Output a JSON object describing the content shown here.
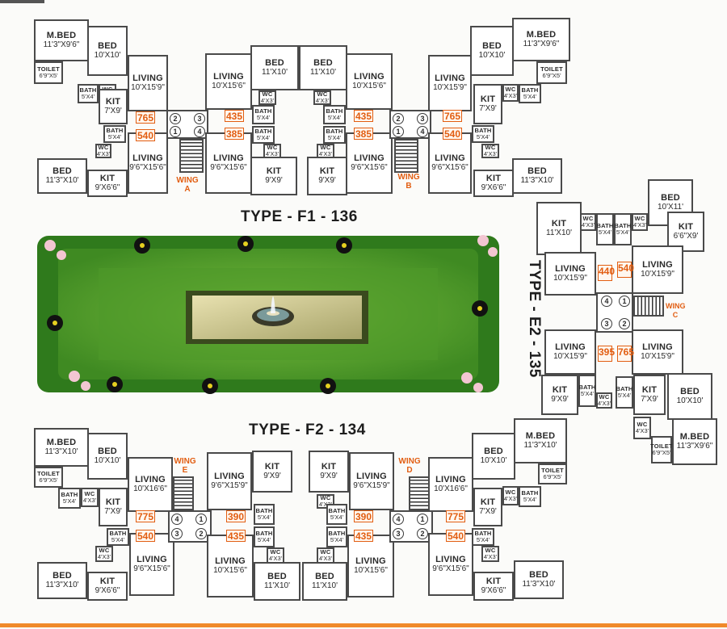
{
  "titles": {
    "f1": "TYPE - F1 - 136",
    "f2": "TYPE - F2 - 134",
    "e2": "TYPE - E2 - 135"
  },
  "wings": {
    "a": [
      "WING",
      "A"
    ],
    "b": [
      "WING",
      "B"
    ],
    "c": [
      "WING",
      "C"
    ],
    "d": [
      "WING",
      "D"
    ],
    "e": [
      "WING",
      "E"
    ]
  },
  "rooms": {
    "mbed": "M.BED",
    "bed": "BED",
    "living": "LIVING",
    "kit": "KIT",
    "bath": "BATH",
    "wc": "WC",
    "toilet": "TOILET"
  },
  "dims": {
    "mbed_a": "11'3\"X9'6\"",
    "mbed_b": "11'3\"X10'",
    "bed_10x10": "10'X10'",
    "bed_11x10": "11'X10'",
    "bed_113x10": "11'3\"X10'",
    "bed_10x11": "10'X11'",
    "living_a": "10'X15'9\"",
    "living_b": "10'X15'6\"",
    "living_c": "9'6\"X15'6\"",
    "living_d": "10'X16'6\"",
    "living_e": "9'6\"X15'9\"",
    "kit_7x9": "7'X9'",
    "kit_9x9": "9'X9'",
    "kit_96x66": "9'X6'6\"",
    "kit_11x10": "11'X10'",
    "kit_66x9": "6'6\"X9'",
    "bath": "5'X4'",
    "wc": "4'X3'",
    "toilet": "6'9\"X5'"
  },
  "areas": {
    "a765": "765",
    "a540": "540",
    "a435": "435",
    "a385": "385",
    "a390": "390",
    "a775": "775",
    "a440": "440",
    "a395": "395"
  },
  "flat_numbers": [
    "1",
    "2",
    "3",
    "4"
  ],
  "colors": {
    "accent": "#e25e12",
    "wall": "#4a4a4a",
    "lawn": "#4f9a2c",
    "border_line": "#f08a2a"
  },
  "icons": {
    "fountain": "fountain-icon",
    "flower": "flower-icon"
  }
}
